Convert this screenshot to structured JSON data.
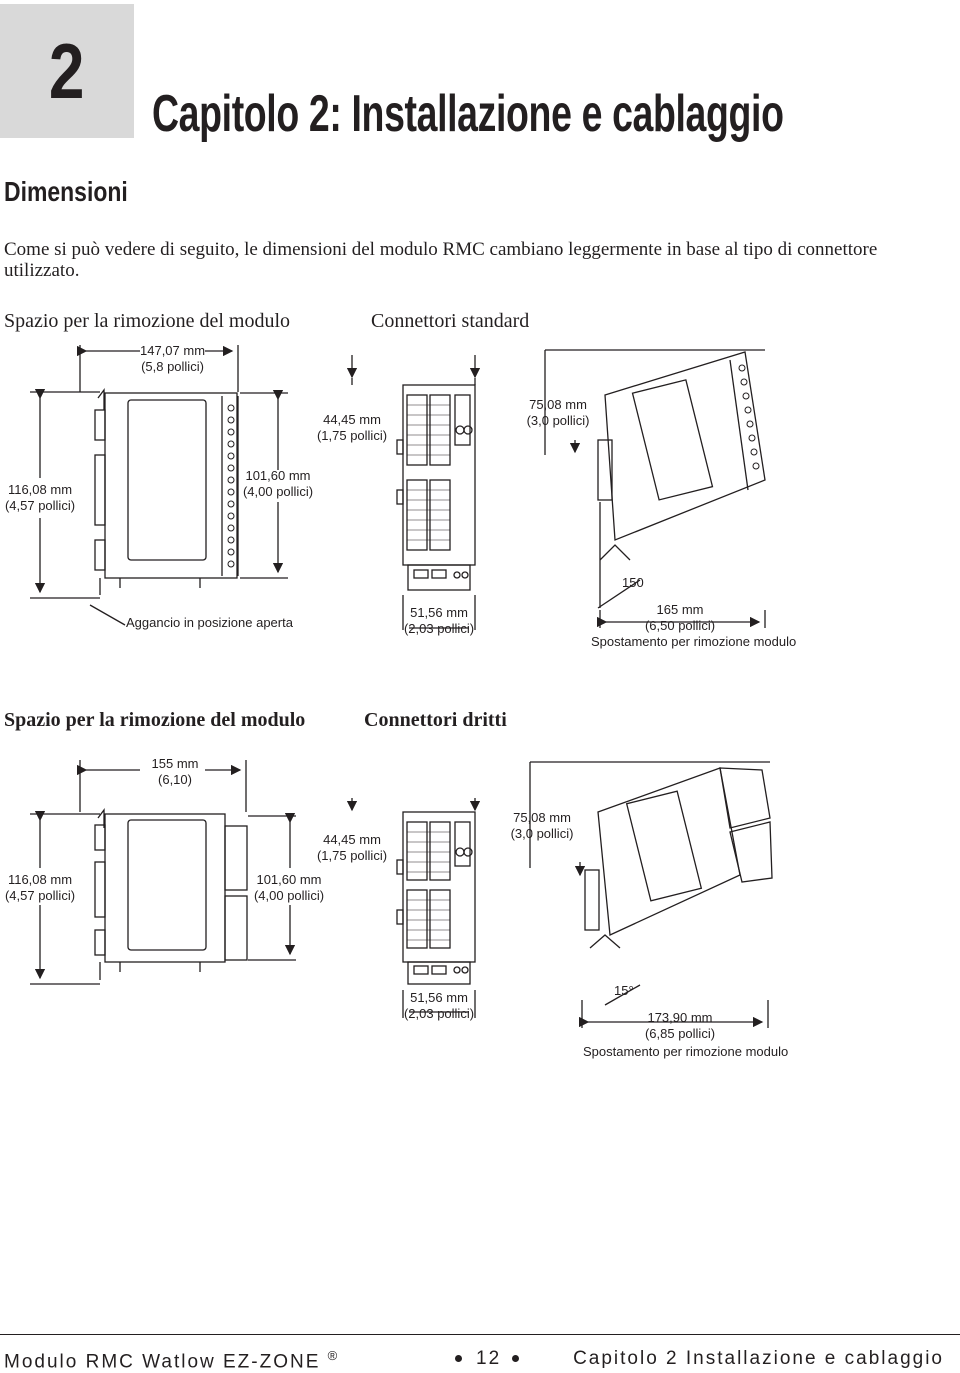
{
  "chapter": {
    "number": "2",
    "title": "Capitolo 2: Installazione e cablaggio"
  },
  "section": {
    "heading": "Dimensioni"
  },
  "intro": "Come si può vedere di seguito, le dimensioni del modulo RMC cambiano leggermente in base al tipo di connettore utilizzato.",
  "figure1": {
    "title_left": "Spazio per la rimozione del modulo",
    "title_right": "Connettori standard",
    "dim_width_mm": "147,07 mm",
    "dim_width_in": "(5,8 pollici)",
    "dim_height_mm": "116,08 mm",
    "dim_height_in": "(4,57 pollici)",
    "dim_inner_mm": "101,60 mm",
    "dim_inner_in": "(4,00 pollici)",
    "dim_front_w_mm": "44,45 mm",
    "dim_front_w_in": "(1,75 pollici)",
    "dim_depth_mm": "75,08 mm",
    "dim_depth_in": "(3,0 pollici)",
    "latch_label": "Aggancio in posizione aperta",
    "dim_bottom_mm": "51,56 mm",
    "dim_bottom_in": "(2,03 pollici)",
    "angle_label": "150",
    "dim_removal_mm": "165 mm",
    "dim_removal_in": "(6,50 pollici)",
    "removal_label": "Spostamento per rimozione modulo"
  },
  "figure2": {
    "title_left": "Spazio per la rimozione del modulo",
    "title_right": "Connettori dritti",
    "dim_width_mm": "155 mm",
    "dim_width_in": "(6,10)",
    "dim_height_mm": "116,08 mm",
    "dim_height_in": "(4,57 pollici)",
    "dim_inner_mm": "101,60 mm",
    "dim_inner_in": "(4,00 pollici)",
    "dim_front_w_mm": "44,45 mm",
    "dim_front_w_in": "(1,75 pollici)",
    "dim_depth_mm": "75,08 mm",
    "dim_depth_in": "(3,0 pollici)",
    "dim_bottom_mm": "51,56 mm",
    "dim_bottom_in": "(2,03 pollici)",
    "angle_label": "15°",
    "dim_removal_mm": "173,90 mm",
    "dim_removal_in": "(6,85 pollici)",
    "removal_label": "Spostamento per rimozione modulo"
  },
  "footer": {
    "left": "Modulo RMC Watlow EZ-ZONE",
    "registered": "®",
    "page": "12",
    "right": "Capitolo 2 Installazione e cablaggio"
  }
}
